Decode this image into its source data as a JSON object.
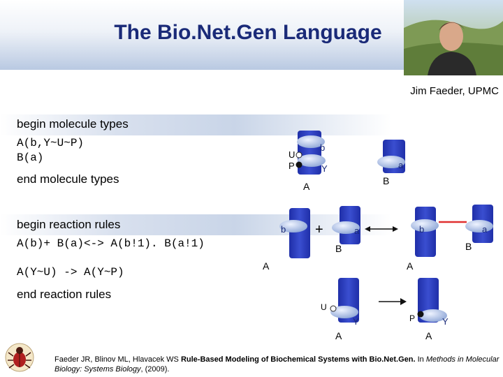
{
  "slide": {
    "title": "The Bio.Net.Gen Language",
    "credit": "Jim Faeder, UPMC"
  },
  "code": {
    "begin_molecule_types": "begin molecule types",
    "mol_a": "A(b,Y~U~P)",
    "mol_b": "B(a)",
    "end_molecule_types": "end molecule types",
    "begin_reaction_rules": "begin reaction rules",
    "rule_1": "A(b)+ B(a)<-> A(b!1). B(a!1)",
    "rule_2": "A(Y~U) -> A(Y~P)",
    "end_reaction_rules": "end reaction rules"
  },
  "diagram_labels": {
    "types": {
      "U": "U",
      "P": "P",
      "b": "b",
      "Y": "Y",
      "A": "A",
      "a": "a",
      "B": "B"
    },
    "binding": {
      "b1": "b",
      "plus": "+",
      "a1": "a",
      "B1": "B",
      "A1": "A",
      "b2": "b",
      "a2": "a",
      "B2": "B",
      "A2": "A"
    },
    "phospho": {
      "U": "U",
      "Y1": "Y",
      "A1": "A",
      "P": "P",
      "Y2": "Y",
      "A2": "A"
    }
  },
  "reference": {
    "authors": "Faeder JR, Blinov ML, Hlavacek WS ",
    "title_bold": "Rule-Based Modeling of Biochemical Systems with Bio.Net.Gen.",
    "in_text": " In ",
    "book": "Methods in Molecular Biology: Systems Biology",
    "year": ", (2009)."
  },
  "colors": {
    "title": "#1a2a78",
    "molecule": "#2f3fc0",
    "component": "#9fb3dc",
    "bond": "#e03030"
  },
  "icons": [
    "photo-portrait",
    "bug-logo-icon"
  ]
}
